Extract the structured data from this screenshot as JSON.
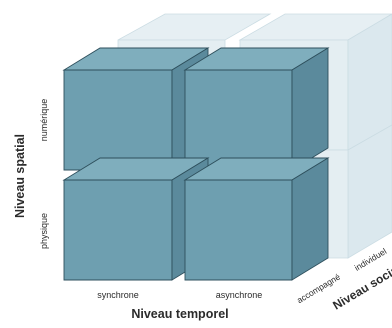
{
  "axes": {
    "spatial": {
      "title": "Niveau spatial",
      "labels": [
        "numérique",
        "physique"
      ]
    },
    "temporal": {
      "title": "Niveau temporel",
      "labels": [
        "synchrone",
        "asynchrone"
      ]
    },
    "social": {
      "title": "Niveau social",
      "labels": [
        "accompagné",
        "individuel"
      ]
    }
  },
  "colors": {
    "cube_front": "#6e9fb0",
    "cube_top": "#7faebd",
    "cube_side": "#5b8a9c",
    "cube_edge": "#2e4f5c",
    "ghost_fill": "#dde9ee",
    "ghost_edge": "#c2d6de",
    "text": "#2b2b2b"
  }
}
